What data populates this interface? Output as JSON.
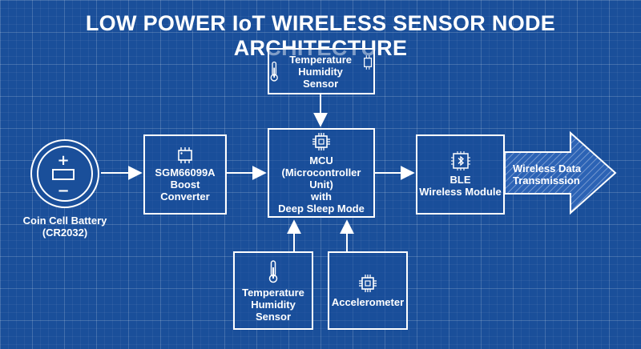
{
  "title": "LOW POWER IoT WIRELESS SENSOR NODE ARCHITECTURE",
  "battery": {
    "label_line1": "Coin Cell Battery",
    "label_line2": "(CR2032)",
    "plus": "+",
    "minus": "−"
  },
  "boost": {
    "line1": "SGM66099A",
    "line2": "Boost Converter"
  },
  "mcu": {
    "line1": "MCU",
    "line2": "(Microcontroller Unit)",
    "line3": "with",
    "line4": "Deep Sleep Mode"
  },
  "top_sensor": {
    "line1": "Temperature",
    "line2": "Humidity Sensor"
  },
  "bottom_sensor": {
    "line1": "Temperature",
    "line2": "Humidity",
    "line3": "Sensor"
  },
  "accelerometer": {
    "label": "Accelerometer"
  },
  "ble": {
    "line1": "BLE",
    "line2": "Wireless Module"
  },
  "wireless_arrow": {
    "line1": "Wireless Data",
    "line2": "Transmission"
  },
  "colors": {
    "background": "#1a4f9a",
    "line": "#ffffff",
    "arrow_fill": "#2c63b5"
  }
}
